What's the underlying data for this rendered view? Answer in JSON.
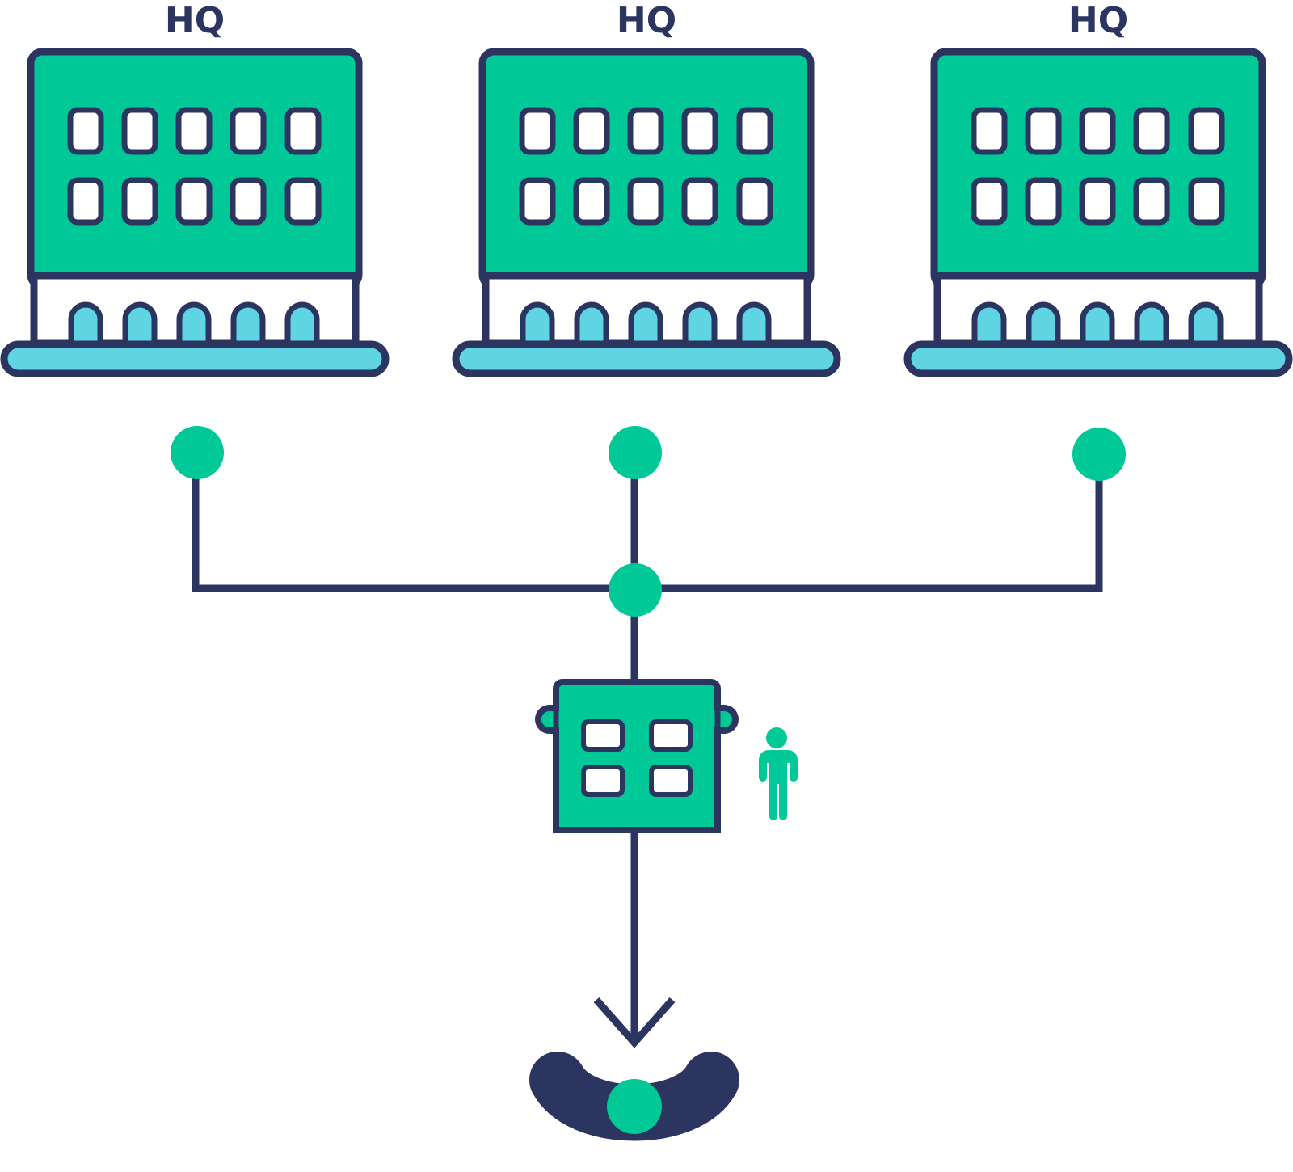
{
  "buildings": [
    {
      "label": "HQ"
    },
    {
      "label": "HQ"
    },
    {
      "label": "HQ"
    }
  ],
  "colors": {
    "outline": "#2b3560",
    "green": "#00c896",
    "light_blue": "#5fd4e3",
    "white": "#ffffff"
  },
  "icons": {
    "hq_building": "hq-building-icon",
    "branch_building": "branch-building-icon",
    "person": "person-icon",
    "customer_hands": "customer-hands-icon",
    "arrow": "arrow-down-icon"
  }
}
